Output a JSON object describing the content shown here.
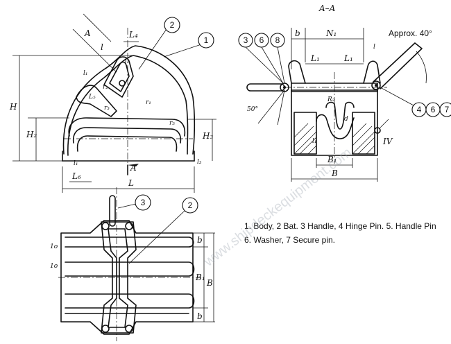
{
  "section_title": "A–A",
  "angle_note": "Approx. 40°",
  "angle_50": "50°",
  "watermark": "www.shipdeckequipment.com",
  "legend": {
    "line1": "1. Body, 2 Bat. 3 Handle, 4 Hinge Pin. 5. Handle Pin",
    "line2": "6. Washer, 7 Secure pin."
  },
  "callouts": {
    "side_view": [
      "2",
      "1"
    ],
    "section": [
      "3",
      "6",
      "8",
      "4",
      "6",
      "7"
    ],
    "plan_view": [
      "3",
      "2"
    ]
  },
  "dims": {
    "H": "H",
    "H2": "H₂",
    "H3": "H₃",
    "L": "L",
    "L4": "L₄",
    "L5": "L₅",
    "L6": "L₆",
    "l1": "l₁",
    "l2": "l₂",
    "l3": "l₃",
    "A": "A",
    "A2": "A",
    "l_top": "l",
    "l_top2": "l",
    "r1": "r₁",
    "r2": "r₂",
    "r3": "r₃",
    "r5": "r₅",
    "b1": "b",
    "N1": "N₁",
    "L1a": "L₁",
    "L1b": "L₁",
    "B": "B",
    "B1": "B₁",
    "R2": "R₂",
    "d": "d",
    "IV": "IV",
    "pb1": "b",
    "pb2": "b",
    "pB1": "B₁",
    "pB": "B",
    "t1": "1ο",
    "t2": "1ο"
  }
}
